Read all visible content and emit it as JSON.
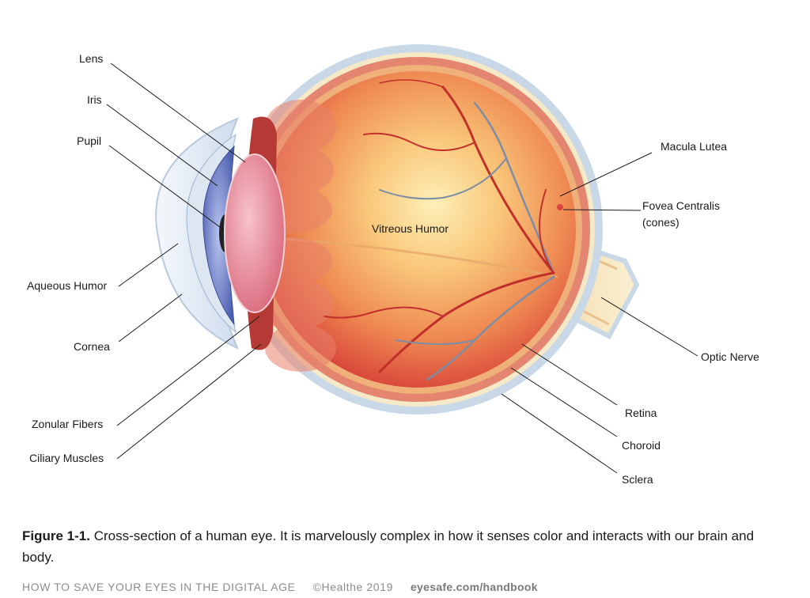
{
  "labels": {
    "lens": "Lens",
    "iris": "Iris",
    "pupil": "Pupil",
    "aqueous_humor": "Aqueous Humor",
    "cornea": "Cornea",
    "zonular_fibers": "Zonular Fibers",
    "ciliary_muscles": "Ciliary Muscles",
    "vitreous_humor": "Vitreous Humor",
    "macula_lutea": "Macula Lutea",
    "fovea_centralis": "Fovea Centralis",
    "fovea_note": "(cones)",
    "optic_nerve": "Optic Nerve",
    "retina": "Retina",
    "choroid": "Choroid",
    "sclera": "Sclera"
  },
  "caption": {
    "figure_label": "Figure 1-1.",
    "text": " Cross-section of a human  eye. It is marvelously complex in how it senses color and interacts with our brain and body."
  },
  "footer": {
    "book_title": "HOW TO SAVE YOUR EYES IN THE DIGITAL AGE",
    "copyright": "©Healthe 2019",
    "url": "eyesafe.com/handbook"
  },
  "colors": {
    "sclera": "#c9d8e6",
    "choroid": "#e07a6a",
    "retina_inner": "#f5a650",
    "vitreous_center": "#fbe7a8",
    "iris": "#5b6fb8",
    "lens": "#e58a9a",
    "optic_nerve": "#f3deb0"
  }
}
